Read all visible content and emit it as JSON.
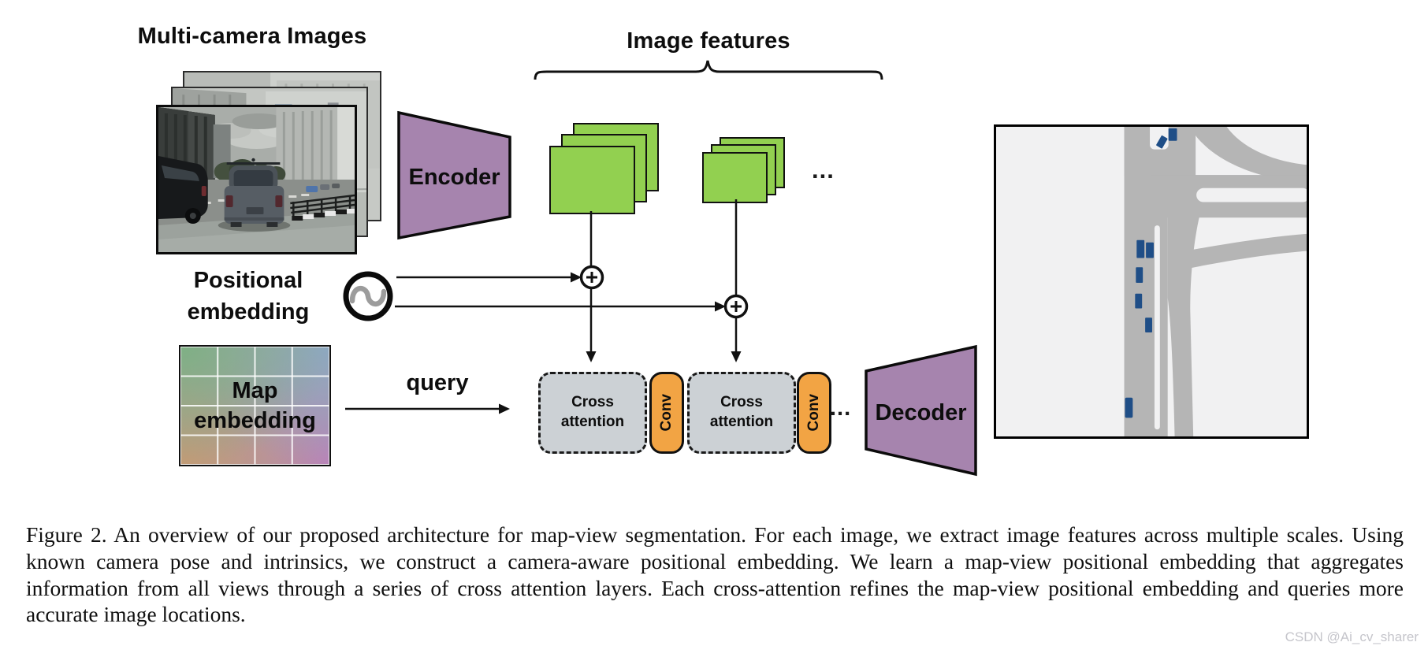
{
  "theme": {
    "purple": "#a684ae",
    "green": "#92d050",
    "orange": "#f2a444",
    "attention-gray": "#ccd1d5",
    "vehicle-blue": "#1f4e87",
    "road-gray": "#b5b5b5",
    "map-bg": "#f1f1f2",
    "watermark-gray": "#c5c5cb"
  },
  "diagram": {
    "multi_camera_title": "Multi-camera Images",
    "image_features_title": "Image features",
    "encoder_label": "Encoder",
    "decoder_label": "Decoder",
    "positional_embedding_label": "Positional embedding",
    "map_embedding_label": "Map embedding",
    "query_label": "query",
    "cross_attention_label": "Cross attention",
    "conv_label": "Conv",
    "features_ellipsis": "...",
    "blocks_ellipsis": "...",
    "icons": {
      "positional_encoding_icon": "sine-wave-circle",
      "add_icon": "circled-plus",
      "image_features_brace": "horizontal-curly-brace"
    }
  },
  "caption": {
    "text": "Figure 2. An overview of our proposed architecture for map-view segmentation. For each image, we extract image features across multiple scales. Using known camera pose and intrinsics, we construct a camera-aware positional embedding. We learn a map-view positional embedding that aggregates information from all views through a series of cross attention layers. Each cross-attention refines the map-view positional embedding and queries more accurate image locations."
  },
  "watermark": "CSDN @Ai_cv_sharer"
}
